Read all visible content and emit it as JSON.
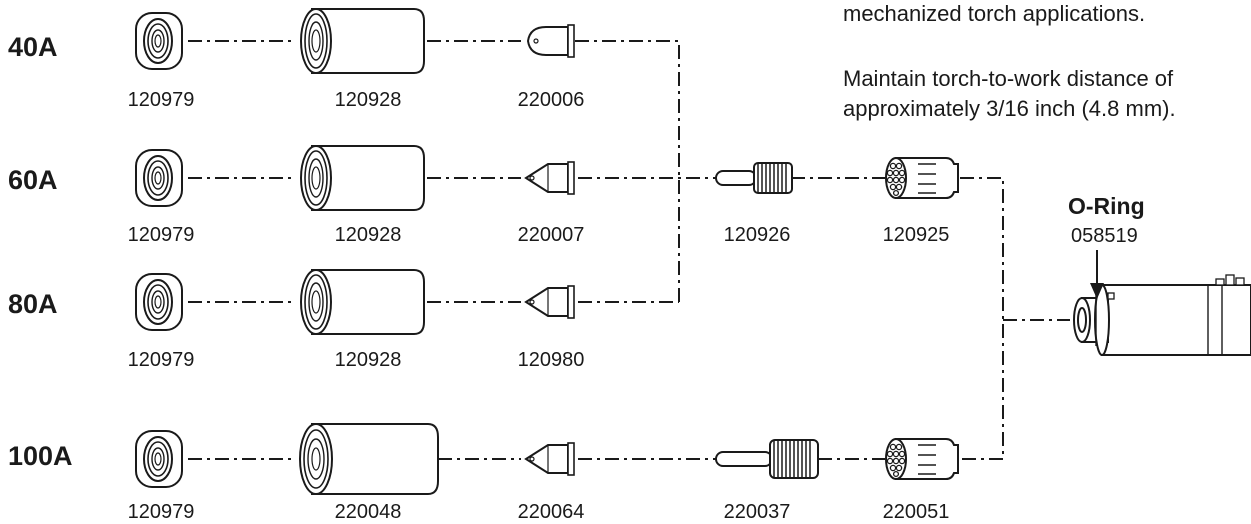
{
  "notes": {
    "line1": "mechanized torch applications.",
    "line2": "Maintain torch-to-work distance of",
    "line3": "approximately 3/16 inch (4.8 mm)."
  },
  "rows": [
    {
      "amperage": "40A",
      "parts": [
        "120979",
        "120928",
        "220006"
      ]
    },
    {
      "amperage": "60A",
      "parts": [
        "120979",
        "120928",
        "220007"
      ]
    },
    {
      "amperage": "80A",
      "parts": [
        "120979",
        "120928",
        "120980"
      ]
    },
    {
      "amperage": "100A",
      "parts": [
        "120979",
        "220048",
        "220064",
        "220037",
        "220051"
      ]
    }
  ],
  "shared": {
    "electrode": "120926",
    "swirl_ring": "120925"
  },
  "oring": {
    "title": "O-Ring",
    "part": "058519"
  },
  "colors": {
    "ink": "#1a1a1a",
    "background": "#ffffff"
  },
  "icons": [
    "shield-icon",
    "retaining-cap-icon",
    "nozzle-icon",
    "electrode-icon",
    "swirl-ring-icon",
    "torch-head-icon",
    "arrow-icon"
  ]
}
